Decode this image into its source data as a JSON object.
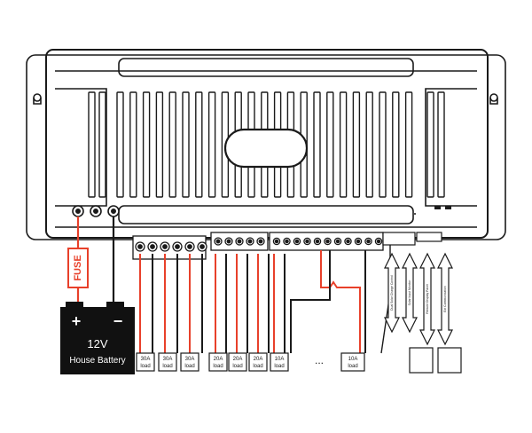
{
  "fuse_label": "FUSE",
  "battery": {
    "voltage": "12V",
    "name": "House Battery",
    "positive_symbol": "+",
    "negative_symbol": "−"
  },
  "loads": [
    "30A load",
    "30A load",
    "30A load",
    "20A load",
    "20A load",
    "20A load",
    "10A load",
    "10A load"
  ],
  "ellipsis": "...",
  "side_modules": [
    "Dual Solar Charge Control",
    "Solar Input Monitor",
    "Remote Display Panel",
    "Ext Communication"
  ],
  "colors": {
    "positive_wire": "#e8402a",
    "negative_wire": "#1a1a1a",
    "outline": "#1a1a1a"
  }
}
